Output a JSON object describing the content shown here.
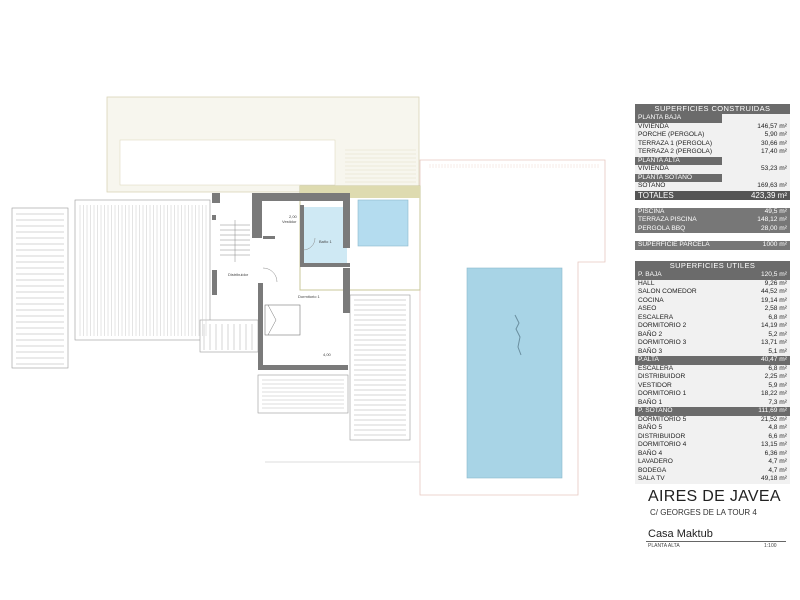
{
  "plan": {
    "room_labels": {
      "vestidor": "Vestidor",
      "bano1": "Baño 1",
      "distribuidor": "Distribuidor",
      "dormitorio1": "Dormitorio 1",
      "dim_top": "2,00",
      "dim_bottom": "4,00"
    },
    "colors": {
      "wall": "#7a7a7a",
      "pool": "#a8d4e6",
      "terrace": "#c9c79a",
      "hatch": "#d9d4b8"
    }
  },
  "construidas": {
    "title": "SUPERFICIES  CONSTRUIDAS",
    "groups": [
      {
        "label": "PLANTA BAJA",
        "items": [
          {
            "name": "VIVIENDA",
            "value": "146,57 m²"
          },
          {
            "name": "PORCHE (PERGOLA)",
            "value": "5,90 m²"
          },
          {
            "name": "TERRAZA 1 (PERGOLA)",
            "value": "30,66 m²"
          },
          {
            "name": "TERRAZA 2 (PERGOLA)",
            "value": "17,40 m²"
          }
        ]
      },
      {
        "label": "PLANTA ALTA",
        "items": [
          {
            "name": "VIVIENDA",
            "value": "53,23 m²"
          }
        ]
      },
      {
        "label": "PLANTA SOTANO",
        "items": [
          {
            "name": "SOTANO",
            "value": "169,63 m²"
          }
        ]
      }
    ],
    "total": {
      "name": "TOTALES",
      "value": "423,39 m²"
    },
    "extras": [
      {
        "name": "PISCINA",
        "value": "49,5 m²"
      },
      {
        "name": "TERRAZA PISCINA",
        "value": "148,12 m²"
      },
      {
        "name": "PERGOLA BBQ",
        "value": "28,00 m²"
      }
    ],
    "parcela": {
      "name": "SUPERFICIE PARCELA",
      "value": "1000 m²"
    }
  },
  "utiles": {
    "title": "SUPERFICIES UTILES",
    "groups": [
      {
        "label": "P. BAJA",
        "value": "120,5 m²",
        "items": [
          {
            "name": "HALL",
            "value": "9,26 m²"
          },
          {
            "name": "SALON COMEDOR",
            "value": "44,52 m²"
          },
          {
            "name": "COCINA",
            "value": "19,14 m²"
          },
          {
            "name": "ASEO",
            "value": "2,58 m²"
          },
          {
            "name": "ESCALERA",
            "value": "6,8 m²"
          },
          {
            "name": "DORMITORIO 2",
            "value": "14,19 m²"
          },
          {
            "name": "BAÑO 2",
            "value": "5,2 m²"
          },
          {
            "name": "DORMITORIO 3",
            "value": "13,71 m²"
          },
          {
            "name": "BAÑO 3",
            "value": "5,1 m²"
          }
        ]
      },
      {
        "label": "P.ALTA",
        "value": "40,47 m²",
        "items": [
          {
            "name": "ESCALERA",
            "value": "6,8 m²"
          },
          {
            "name": "DISTRIBUIDOR",
            "value": "2,25 m²"
          },
          {
            "name": "VESTIDOR",
            "value": "5,9 m²"
          },
          {
            "name": "DORMITORIO 1",
            "value": "18,22 m²"
          },
          {
            "name": "BAÑO 1",
            "value": "7,3 m²"
          }
        ]
      },
      {
        "label": "P. SOTANO",
        "value": "111,69 m²",
        "items": [
          {
            "name": "DORMITORIO 5",
            "value": "21,52 m²"
          },
          {
            "name": "BAÑO 5",
            "value": "4,8 m²"
          },
          {
            "name": "DISTRIBUIDOR",
            "value": "6,6 m²"
          },
          {
            "name": "DORMITORIO 4",
            "value": "13,15 m²"
          },
          {
            "name": "BAÑO 4",
            "value": "6,36 m²"
          },
          {
            "name": "LAVADERO",
            "value": "4,7 m²"
          },
          {
            "name": "BODEGA",
            "value": "4,7 m²"
          },
          {
            "name": "SALA TV",
            "value": "49,18 m²"
          }
        ]
      }
    ]
  },
  "titleblock": {
    "project": "AIRES DE JAVEA",
    "address": "C/ GEORGES DE LA TOUR 4",
    "house": "Casa Maktub",
    "sheet": "PLANTA ALTA",
    "scale": "1:100"
  }
}
